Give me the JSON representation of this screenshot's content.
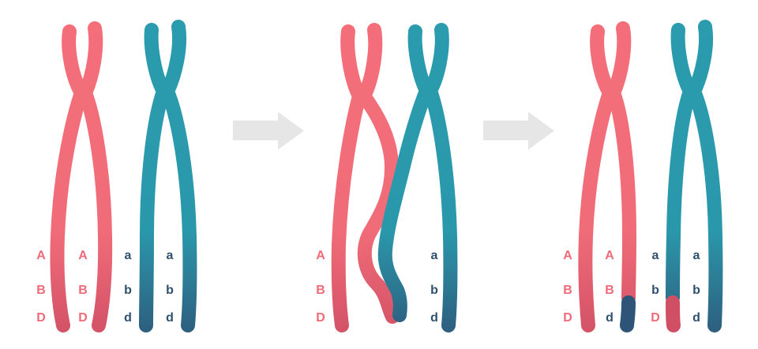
{
  "colors": {
    "red_top": "#F46F7A",
    "red_bottom": "#D14F65",
    "teal_top": "#2A9CAE",
    "teal_bottom": "#2E5577",
    "arrow": "#E6E6E6",
    "label_red": "#F06A78",
    "label_teal": "#2E4F6E"
  },
  "arrow_icon": "right-arrow",
  "stages": [
    {
      "name": "before-crossing-over",
      "labels": [
        [
          "A",
          "A",
          "a",
          "a"
        ],
        [
          "B",
          "B",
          "b",
          "b"
        ],
        [
          "D",
          "D",
          "d",
          "d"
        ]
      ]
    },
    {
      "name": "crossing-over",
      "labels": [
        [
          "A",
          "a"
        ],
        [
          "B",
          "b"
        ],
        [
          "D",
          "d"
        ]
      ]
    },
    {
      "name": "after-crossing-over",
      "labels": [
        [
          "A",
          "A",
          "a",
          "a"
        ],
        [
          "B",
          "B",
          "b",
          "b"
        ],
        [
          "D",
          "d",
          "D",
          "d"
        ]
      ]
    }
  ]
}
